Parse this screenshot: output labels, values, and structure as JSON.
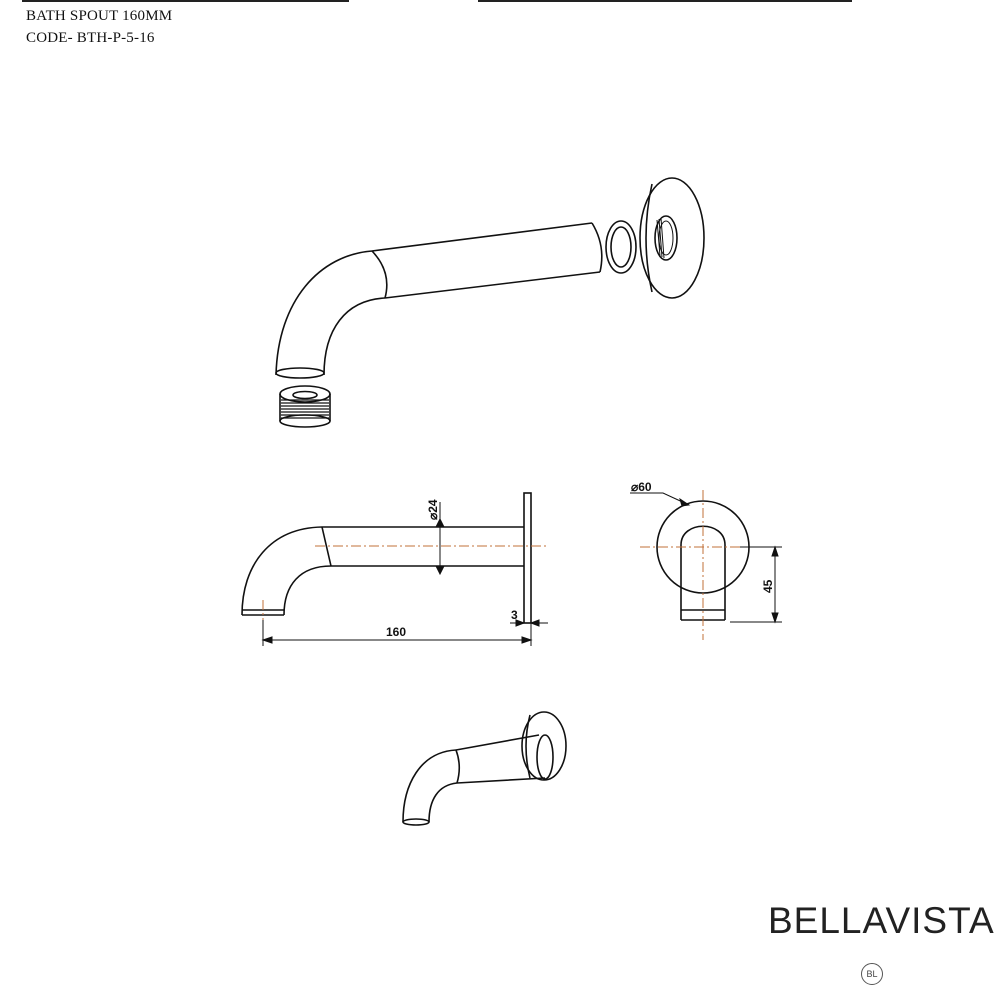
{
  "header": {
    "product_name": "BATH SPOUT 160MM",
    "product_code": "CODE- BTH-P-5-16"
  },
  "dimensions": {
    "tube_diameter": "24",
    "plate_diameter": "60",
    "projection": "160",
    "plate_thickness": "3",
    "outlet_height": "45"
  },
  "brand": {
    "logo_text": "BELLAVISTA",
    "mark_text": "BL"
  },
  "colors": {
    "line": "#111111",
    "centerline": "#c0703a"
  }
}
